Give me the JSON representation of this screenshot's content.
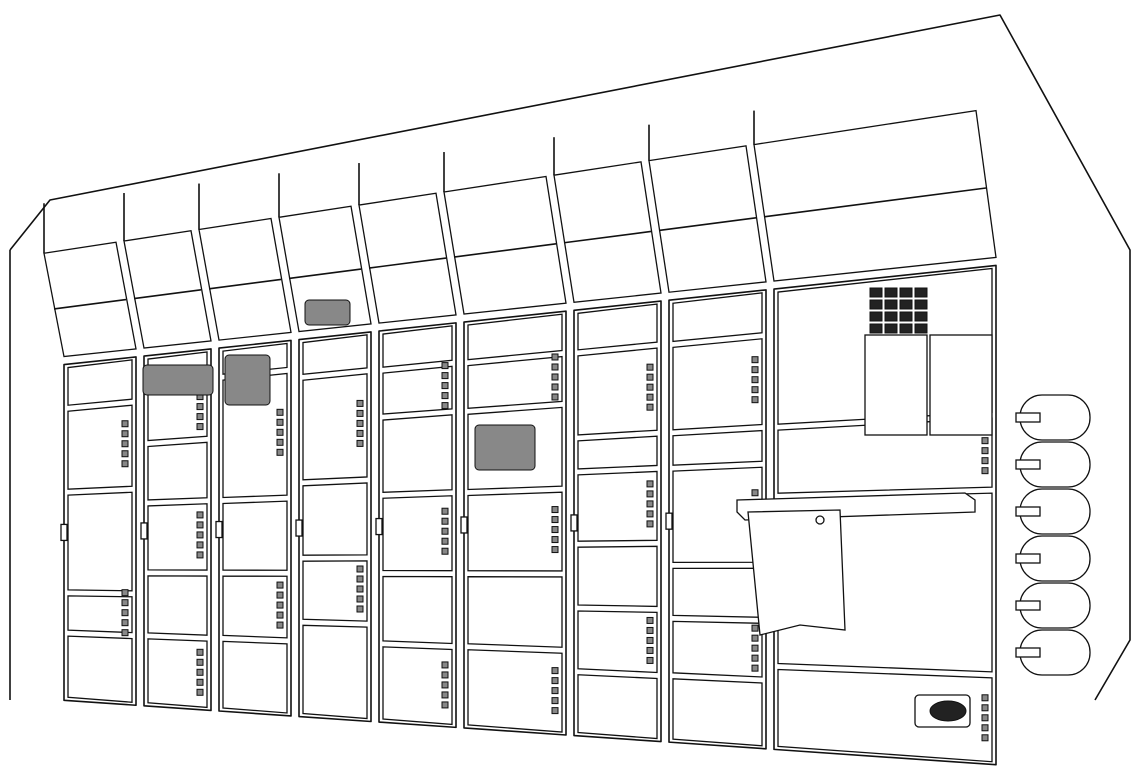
{
  "illustration": {
    "subject": "rack-wall-line-drawing",
    "colors": {
      "line": "#111111",
      "background": "#ffffff",
      "shade": "#888888"
    }
  },
  "racks": {
    "columns": [
      {
        "panels": [
          0.0,
          0.13,
          0.38,
          0.68,
          0.8,
          1.0
        ]
      },
      {
        "panels": [
          0.0,
          0.08,
          0.25,
          0.42,
          0.62,
          0.8,
          1.0
        ]
      },
      {
        "panels": [
          0.0,
          0.08,
          0.42,
          0.62,
          0.8,
          1.0
        ]
      },
      {
        "panels": [
          0.0,
          0.1,
          0.38,
          0.58,
          0.75,
          1.0
        ]
      },
      {
        "panels": [
          0.0,
          0.1,
          0.22,
          0.42,
          0.62,
          0.8,
          1.0
        ]
      },
      {
        "panels": [
          0.0,
          0.1,
          0.22,
          0.42,
          0.62,
          0.8,
          1.0
        ]
      },
      {
        "panels": [
          0.0,
          0.1,
          0.3,
          0.38,
          0.55,
          0.7,
          0.85,
          1.0
        ]
      },
      {
        "panels": [
          0.0,
          0.1,
          0.3,
          0.38,
          0.6,
          0.72,
          0.85,
          1.0
        ]
      },
      {
        "panels": [
          0.0,
          0.3,
          0.45,
          0.82,
          1.0
        ]
      }
    ],
    "stowage_cylinders": 6
  }
}
